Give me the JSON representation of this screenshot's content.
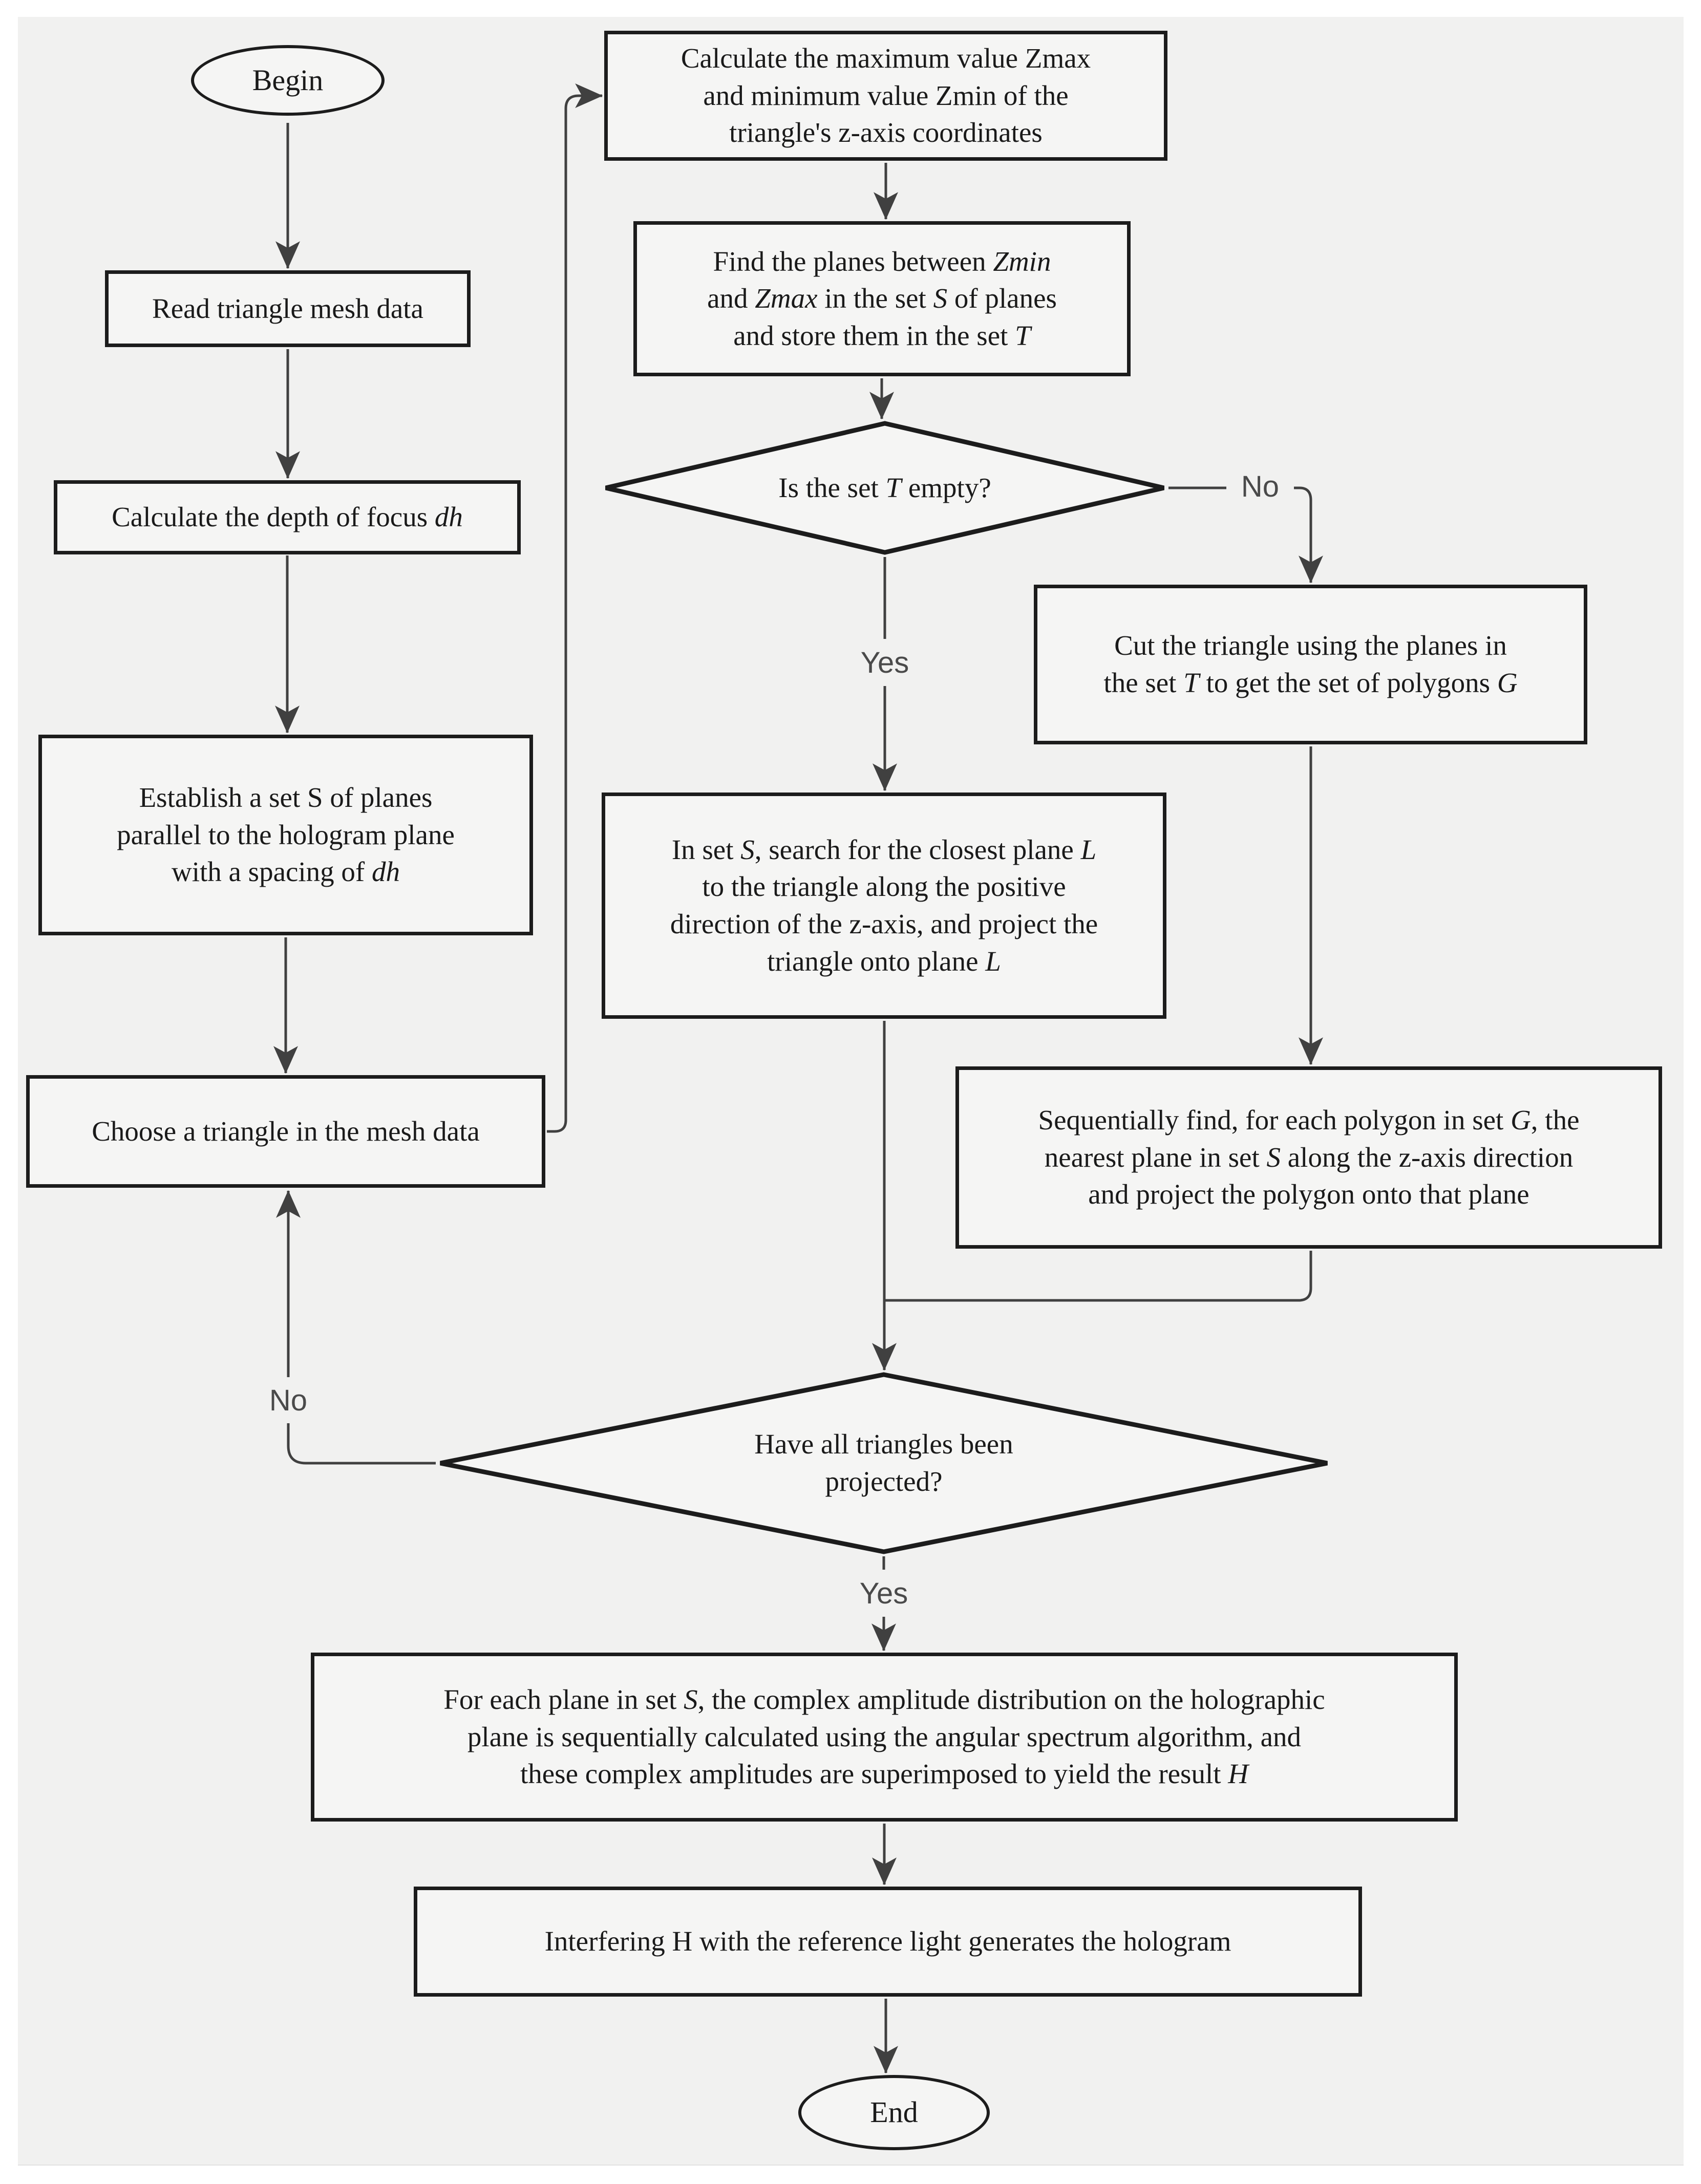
{
  "title": "Polygon-based hologram generation flowchart",
  "colors": {
    "canvas_bg": "#f1f1f0",
    "node_fill": "#f5f5f4",
    "node_border": "#1c1c1c",
    "connector": "#404040",
    "text": "#1a1a1a",
    "edge_label": "#4a4a4a"
  },
  "nodes": {
    "begin": {
      "shape": "ellipse",
      "lines": [
        [
          {
            "t": "Begin"
          }
        ]
      ]
    },
    "read_mesh": {
      "shape": "rect",
      "lines": [
        [
          {
            "t": "Read triangle mesh data"
          }
        ]
      ]
    },
    "calc_dh": {
      "shape": "rect",
      "lines": [
        [
          {
            "t": "Calculate the depth of focus "
          },
          {
            "t": "dh",
            "i": true
          }
        ]
      ]
    },
    "establish_s": {
      "shape": "rect",
      "lines": [
        [
          {
            "t": "Establish a set S of planes"
          }
        ],
        [
          {
            "t": "parallel to the hologram plane"
          }
        ],
        [
          {
            "t": "with a spacing of "
          },
          {
            "t": "dh",
            "i": true
          }
        ]
      ]
    },
    "choose_tri": {
      "shape": "rect",
      "lines": [
        [
          {
            "t": "Choose a triangle in the mesh data"
          }
        ]
      ]
    },
    "calc_zmax": {
      "shape": "rect",
      "lines": [
        [
          {
            "t": "Calculate the maximum value Zmax"
          }
        ],
        [
          {
            "t": "and minimum value Zmin of the"
          }
        ],
        [
          {
            "t": "triangle's z-axis coordinates"
          }
        ]
      ]
    },
    "find_planes": {
      "shape": "rect",
      "lines": [
        [
          {
            "t": "Find the planes between "
          },
          {
            "t": "Zmin",
            "i": true
          }
        ],
        [
          {
            "t": "and "
          },
          {
            "t": "Zmax",
            "i": true
          },
          {
            "t": " in the set "
          },
          {
            "t": "S",
            "i": true
          },
          {
            "t": " of planes"
          }
        ],
        [
          {
            "t": "and store them in the set "
          },
          {
            "t": "T",
            "i": true
          }
        ]
      ]
    },
    "t_empty": {
      "shape": "diamond",
      "lines": [
        [
          {
            "t": "Is the set "
          },
          {
            "t": "T",
            "i": true
          },
          {
            "t": " empty?"
          }
        ]
      ]
    },
    "cut_triangle": {
      "shape": "rect",
      "lines": [
        [
          {
            "t": "Cut the triangle using the planes in"
          }
        ],
        [
          {
            "t": "the set "
          },
          {
            "t": "T",
            "i": true
          },
          {
            "t": " to get the set of polygons "
          },
          {
            "t": "G",
            "i": true
          }
        ]
      ]
    },
    "in_set_s": {
      "shape": "rect",
      "lines": [
        [
          {
            "t": "In set "
          },
          {
            "t": "S",
            "i": true
          },
          {
            "t": ", search for the closest plane "
          },
          {
            "t": "L",
            "i": true
          }
        ],
        [
          {
            "t": "to the triangle along the positive"
          }
        ],
        [
          {
            "t": "direction of the z-axis, and project the"
          }
        ],
        [
          {
            "t": "triangle onto plane "
          },
          {
            "t": "L",
            "i": true
          }
        ]
      ]
    },
    "seq_find": {
      "shape": "rect",
      "lines": [
        [
          {
            "t": "Sequentially find, for each polygon in set "
          },
          {
            "t": "G",
            "i": true
          },
          {
            "t": ", the"
          }
        ],
        [
          {
            "t": "nearest plane in set "
          },
          {
            "t": "S",
            "i": true
          },
          {
            "t": " along the z-axis direction"
          }
        ],
        [
          {
            "t": "and project the polygon onto that plane"
          }
        ]
      ]
    },
    "all_projected": {
      "shape": "diamond",
      "lines": [
        [
          {
            "t": "Have all triangles been"
          }
        ],
        [
          {
            "t": "projected?"
          }
        ]
      ]
    },
    "superimpose": {
      "shape": "rect",
      "lines": [
        [
          {
            "t": "For each plane in set "
          },
          {
            "t": "S",
            "i": true
          },
          {
            "t": ", the complex amplitude distribution on the holographic"
          }
        ],
        [
          {
            "t": "plane is sequentially calculated using the angular spectrum algorithm, and"
          }
        ],
        [
          {
            "t": "these complex amplitudes are superimposed to yield the result "
          },
          {
            "t": "H",
            "i": true
          }
        ]
      ]
    },
    "interfere": {
      "shape": "rect",
      "lines": [
        [
          {
            "t": "Interfering H with the reference light generates the hologram"
          }
        ]
      ]
    },
    "end": {
      "shape": "ellipse",
      "lines": [
        [
          {
            "t": "End"
          }
        ]
      ]
    }
  },
  "labels": {
    "no1": "No",
    "yes1": "Yes",
    "no2": "No",
    "yes2": "Yes"
  }
}
